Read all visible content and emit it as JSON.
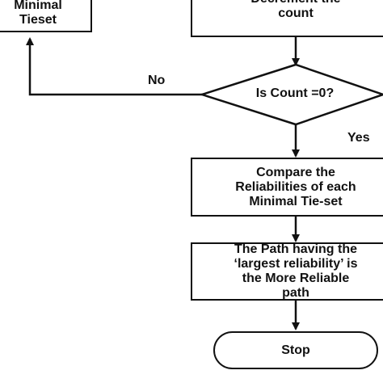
{
  "nodes": {
    "minimal_tieset": {
      "lines": [
        "Minimal",
        "Tieset"
      ]
    },
    "decrement": {
      "lines": [
        "Decrement the",
        "count"
      ]
    },
    "decision": {
      "text": "Is Count =0?"
    },
    "compare": {
      "lines": [
        "Compare the",
        "Reliabilities of each",
        "Minimal Tie-set"
      ]
    },
    "result": {
      "lines": [
        "The Path having the",
        "‘largest reliability’ is",
        "the More Reliable",
        "path"
      ]
    },
    "stop": {
      "text": "Stop"
    }
  },
  "edges": {
    "no_label": "No",
    "yes_label": "Yes"
  }
}
